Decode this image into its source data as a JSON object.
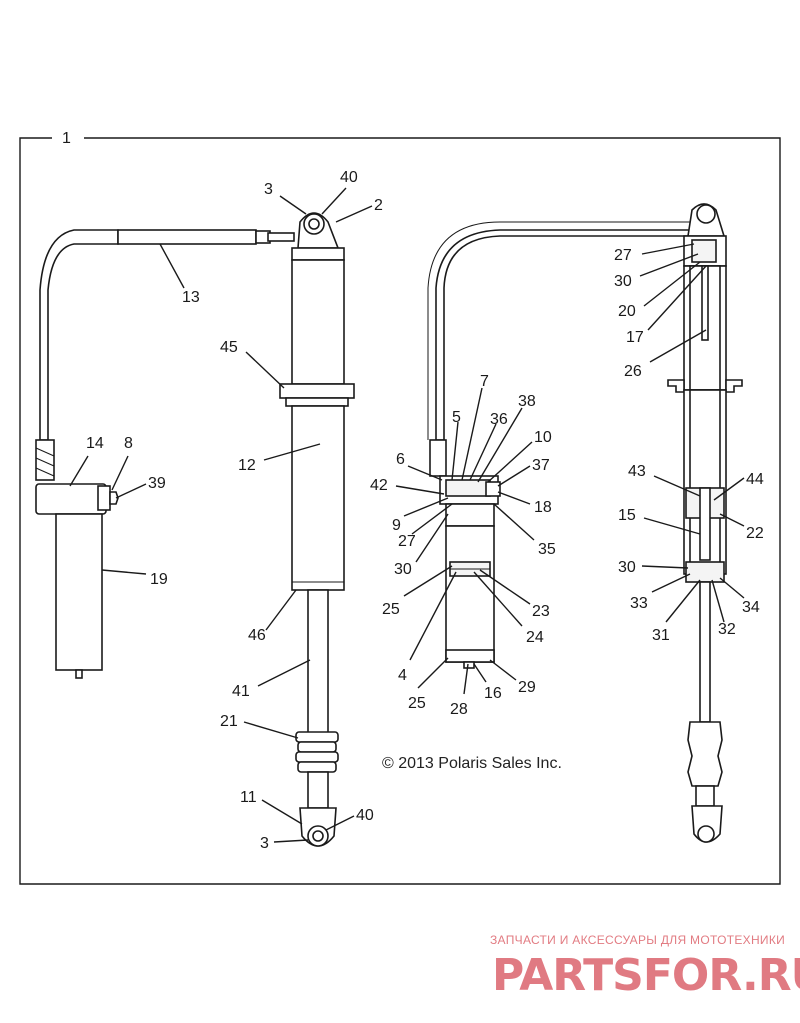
{
  "diagram": {
    "assembly_ref": "1",
    "callouts": [
      "1",
      "2",
      "3",
      "40",
      "13",
      "45",
      "12",
      "14",
      "8",
      "39",
      "19",
      "46",
      "41",
      "21",
      "11",
      "3",
      "40",
      "7",
      "5",
      "36",
      "38",
      "10",
      "6",
      "37",
      "42",
      "18",
      "9",
      "27",
      "35",
      "30",
      "25",
      "23",
      "24",
      "4",
      "25",
      "16",
      "29",
      "28",
      "27",
      "30",
      "20",
      "17",
      "26",
      "43",
      "44",
      "15",
      "22",
      "30",
      "33",
      "34",
      "31",
      "32"
    ],
    "copyright": "© 2013 Polaris Sales Inc."
  },
  "watermark": {
    "tagline": "ЗАПЧАСТИ И АКСЕССУАРЫ ДЛЯ МОТОТЕХНИКИ",
    "brand": "PARTSFOR.RU",
    "color": "#e07a82"
  }
}
